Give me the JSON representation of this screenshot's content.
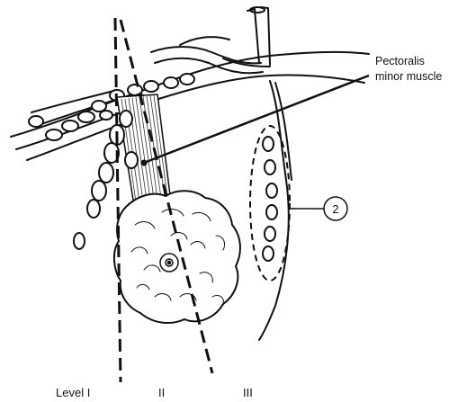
{
  "labels": {
    "muscle_line1": "Pectoralis",
    "muscle_line2": "minor muscle",
    "callout_number": "2",
    "level_1": "Level I",
    "level_2": "II",
    "level_3": "III"
  }
}
